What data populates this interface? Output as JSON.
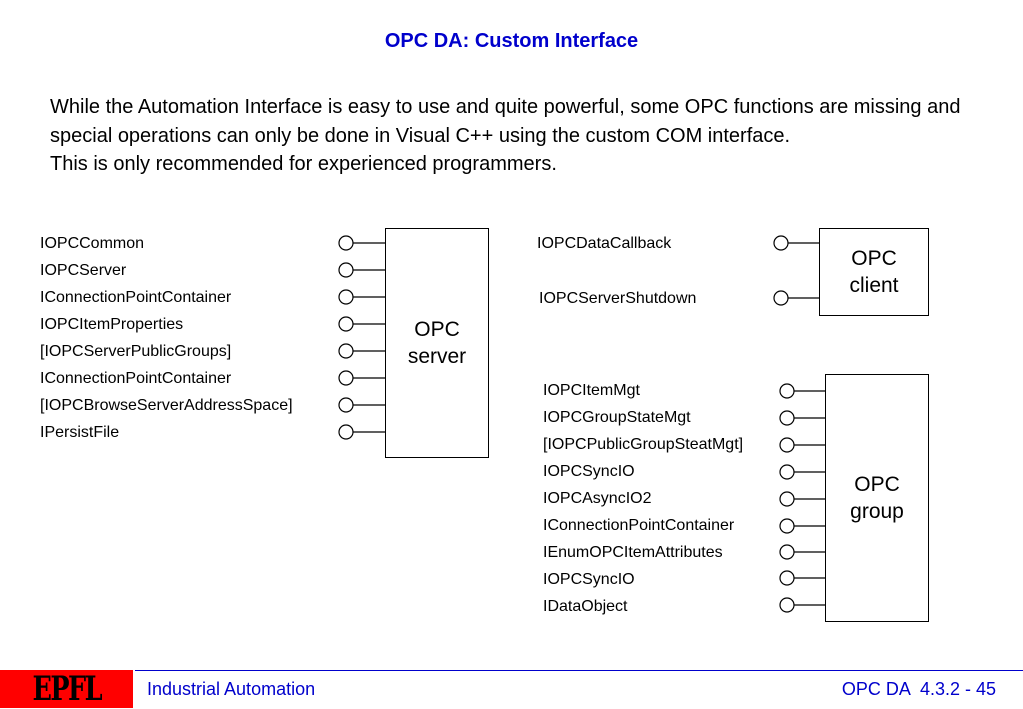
{
  "title": "OPC DA: Custom Interface",
  "intro": {
    "paragraph1": "While the Automation Interface is easy to use and quite powerful, some OPC functions are missing and special operations can only be done in Visual C++ using the custom COM interface.",
    "paragraph2": "This is only recommended for experienced programmers."
  },
  "server": {
    "box_label": "OPC server",
    "interfaces": [
      "IOPCCommon",
      "IOPCServer",
      "IConnectionPointContainer",
      "IOPCItemProperties",
      "[IOPCServerPublicGroups]",
      "IConnectionPointContainer",
      "[IOPCBrowseServerAddressSpace]",
      "IPersistFile"
    ]
  },
  "client": {
    "box_label": "OPC client",
    "interfaces": [
      "IOPCDataCallback",
      "IOPCServerShutdown"
    ]
  },
  "group": {
    "box_label": "OPC group",
    "interfaces": [
      "IOPCItemMgt",
      "IOPCGroupStateMgt",
      "[IOPCPublicGroupSteatMgt]",
      "IOPCSyncIO",
      "IOPCAsyncIO2",
      "IConnectionPointContainer",
      "IEnumOPCItemAttributes",
      "IOPCSyncIO",
      "IDataObject"
    ]
  },
  "footer": {
    "logo": "EPFL",
    "course": "Industrial Automation",
    "slide_ref": "OPC DA  4.3.2 - 45"
  }
}
